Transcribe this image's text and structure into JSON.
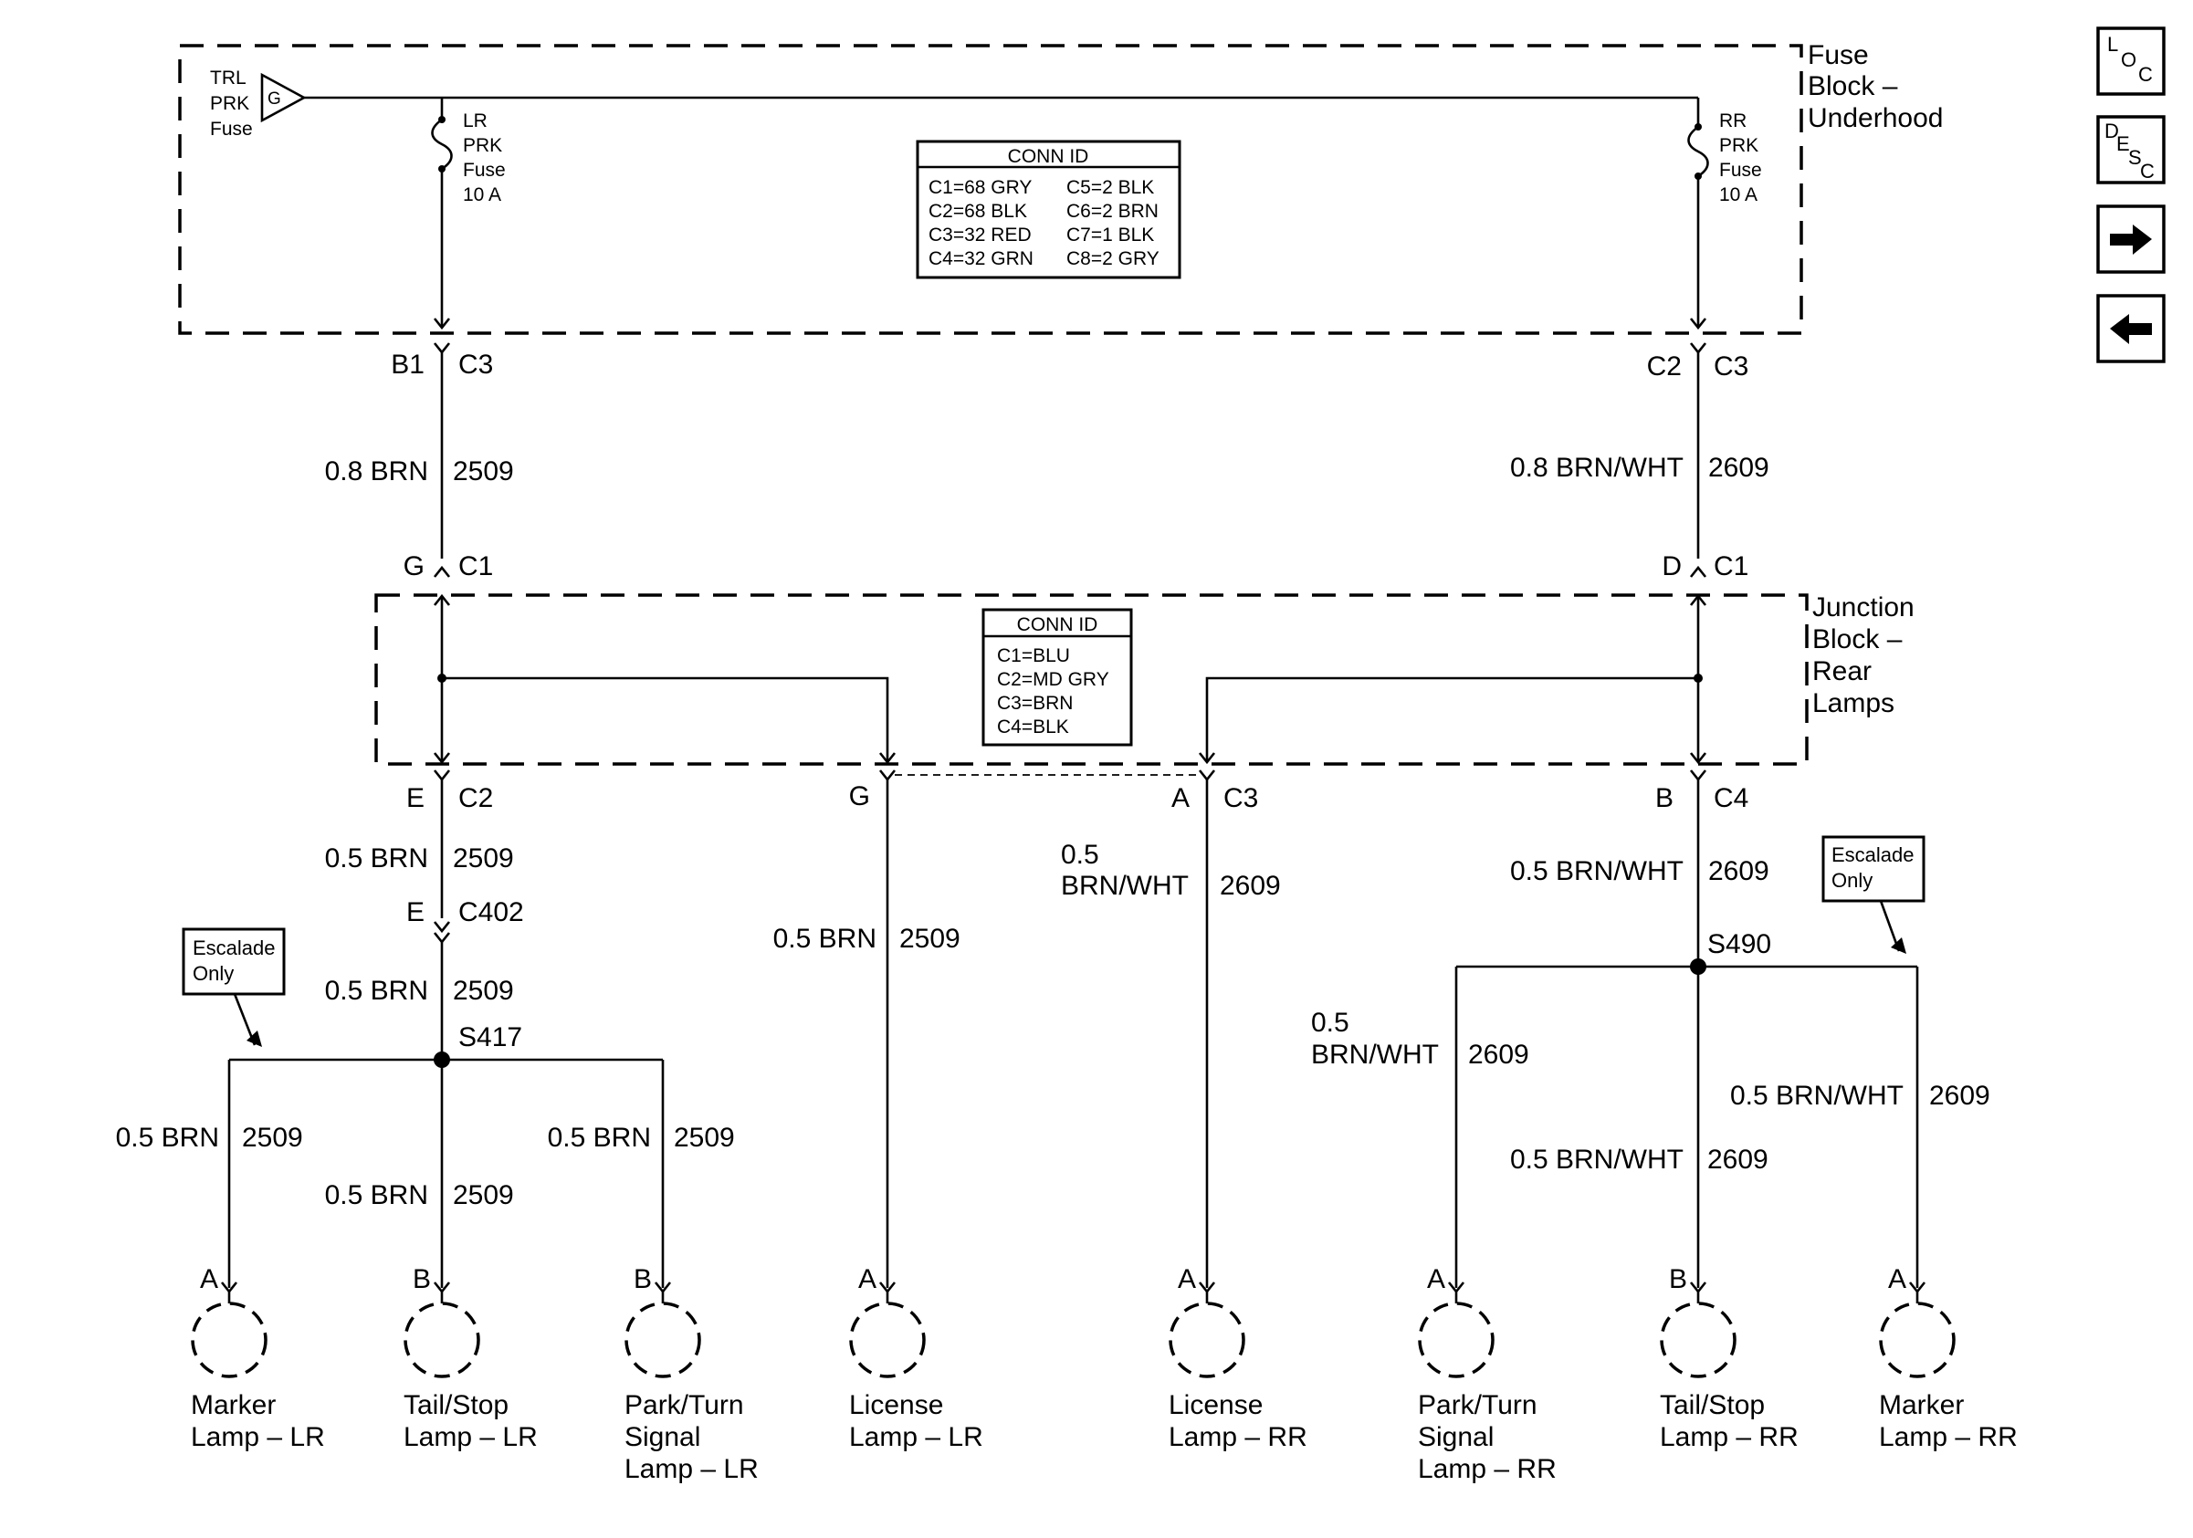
{
  "fuse_block": {
    "title_1": "Fuse",
    "title_2": "Block –",
    "title_3": "Underhood",
    "trl_1": "TRL",
    "trl_2": "PRK",
    "trl_3": "Fuse",
    "trl_symbol": "G",
    "lr_fuse": [
      "LR",
      "PRK",
      "Fuse",
      "10 A"
    ],
    "rr_fuse": [
      "RR",
      "PRK",
      "Fuse",
      "10 A"
    ],
    "conn_id": {
      "title": "CONN ID",
      "left": [
        "C1=68 GRY",
        "C2=68 BLK",
        "C3=32 RED",
        "C4=32 GRN"
      ],
      "right": [
        "C5=2 BLK",
        "C6=2 BRN",
        "C7=1 BLK",
        "C8=2 GRY"
      ]
    }
  },
  "junction_block": {
    "title_1": "Junction",
    "title_2": "Block –",
    "title_3": "Rear",
    "title_4": "Lamps",
    "conn_id": {
      "title": "CONN ID",
      "rows": [
        "C1=BLU",
        "C2=MD GRY",
        "C3=BRN",
        "C4=BLK"
      ]
    }
  },
  "connectors": {
    "b1_pin": "B1",
    "b1_conn": "C3",
    "c2_pin": "C2",
    "c2_conn": "C3",
    "g_pin": "G",
    "g_conn": "C1",
    "d_pin": "D",
    "d_conn": "C1",
    "e_pin": "E",
    "e_conn": "C2",
    "g2_pin": "G",
    "a_pin": "A",
    "a_conn": "C3",
    "b_pin": "B",
    "b_conn": "C4",
    "c402_pin": "E",
    "c402_conn": "C402"
  },
  "wires": {
    "w1_gauge": "0.8 BRN",
    "w1_circuit": "2509",
    "w2_gauge": "0.8 BRN/WHT",
    "w2_circuit": "2609",
    "w3_gauge": "0.5 BRN",
    "w3_circuit": "2509",
    "w4_gauge": "0.5 BRN",
    "w4_circuit": "2509",
    "w5_gauge": "0.5 BRN",
    "w5_circuit": "2509",
    "w6_gauge_1": "0.5",
    "w6_gauge_2": "BRN/WHT",
    "w6_circuit": "2609",
    "w7_gauge": "0.5 BRN/WHT",
    "w7_circuit": "2609",
    "w8_gauge": "0.5 BRN",
    "w8_circuit": "2509",
    "w9_gauge": "0.5 BRN",
    "w9_circuit": "2509",
    "w10_gauge": "0.5 BRN",
    "w10_circuit": "2509",
    "w11_gauge_1": "0.5",
    "w11_gauge_2": "BRN/WHT",
    "w11_circuit": "2609",
    "w12_gauge": "0.5 BRN/WHT",
    "w12_circuit": "2609",
    "w13_gauge": "0.5 BRN/WHT",
    "w13_circuit": "2609"
  },
  "splices": {
    "s417": "S417",
    "s490": "S490"
  },
  "notes": {
    "escalade_left_1": "Escalade",
    "escalade_left_2": "Only",
    "escalade_right_1": "Escalade",
    "escalade_right_2": "Only"
  },
  "lamps": [
    {
      "pin": "A",
      "line1": "Marker",
      "line2": "Lamp – LR",
      "line3": ""
    },
    {
      "pin": "B",
      "line1": "Tail/Stop",
      "line2": "Lamp – LR",
      "line3": ""
    },
    {
      "pin": "B",
      "line1": "Park/Turn",
      "line2": "Signal",
      "line3": "Lamp – LR"
    },
    {
      "pin": "A",
      "line1": "License",
      "line2": "Lamp – LR",
      "line3": ""
    },
    {
      "pin": "A",
      "line1": "License",
      "line2": "Lamp – RR",
      "line3": ""
    },
    {
      "pin": "A",
      "line1": "Park/Turn",
      "line2": "Signal",
      "line3": "Lamp – RR"
    },
    {
      "pin": "B",
      "line1": "Tail/Stop",
      "line2": "Lamp – RR",
      "line3": ""
    },
    {
      "pin": "A",
      "line1": "Marker",
      "line2": "Lamp – RR",
      "line3": ""
    }
  ],
  "nav": {
    "loc_l": "L",
    "loc_o": "O",
    "loc_c": "C",
    "desc_d": "D",
    "desc_e": "E",
    "desc_s": "S",
    "desc_c": "C",
    "next_icon": "arrow-right-icon",
    "prev_icon": "arrow-left-icon"
  }
}
